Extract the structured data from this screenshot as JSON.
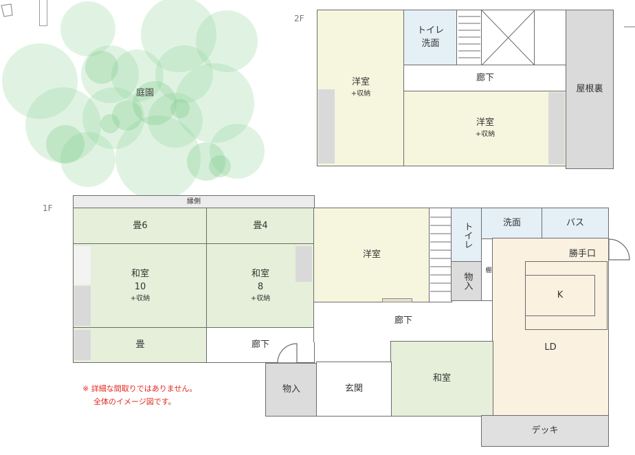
{
  "floor2": {
    "label": "2F",
    "toilet": "トイレ",
    "washroom": "洗面",
    "western_room_left": "洋室",
    "western_room_left_storage": "+収納",
    "corridor": "廊下",
    "western_room_right": "洋室",
    "western_room_right_storage": "+収納",
    "attic": "屋根裏"
  },
  "floor1": {
    "label": "1F",
    "veranda": "縁側",
    "tatami6": "畳6",
    "tatami4": "畳4",
    "washitsu10_name": "和室",
    "washitsu10_size": "10",
    "washitsu10_storage": "+収納",
    "washitsu8_name": "和室",
    "washitsu8_size": "8",
    "washitsu8_storage": "+収納",
    "tatami": "畳",
    "corridor_small": "廊下",
    "western_room": "洋室",
    "toilet": "トイレ",
    "storage_small": "物入",
    "shelf": "棚",
    "washroom": "洗面",
    "bath": "バス",
    "back_door": "勝手口",
    "kitchen": "K",
    "corridor_main": "廊下",
    "storage_entrance": "物入",
    "entrance": "玄関",
    "washitsu": "和室",
    "ld": "LD",
    "deck": "デッキ"
  },
  "garden": {
    "label": "庭園"
  },
  "note": {
    "line1": "※ 詳細な間取りではありません。",
    "line2": "全体のイメージ図です。"
  },
  "colors": {
    "garden_green": "#8fd39a",
    "tatami_green": "#e6efd9",
    "western_yellow": "#f6f6df",
    "water_blue": "#e4eff6",
    "ld_peach": "#fbf1e1",
    "storage_gray": "#dcdcdc",
    "note_red": "#e0281e",
    "wall": "#6b6b6b"
  }
}
